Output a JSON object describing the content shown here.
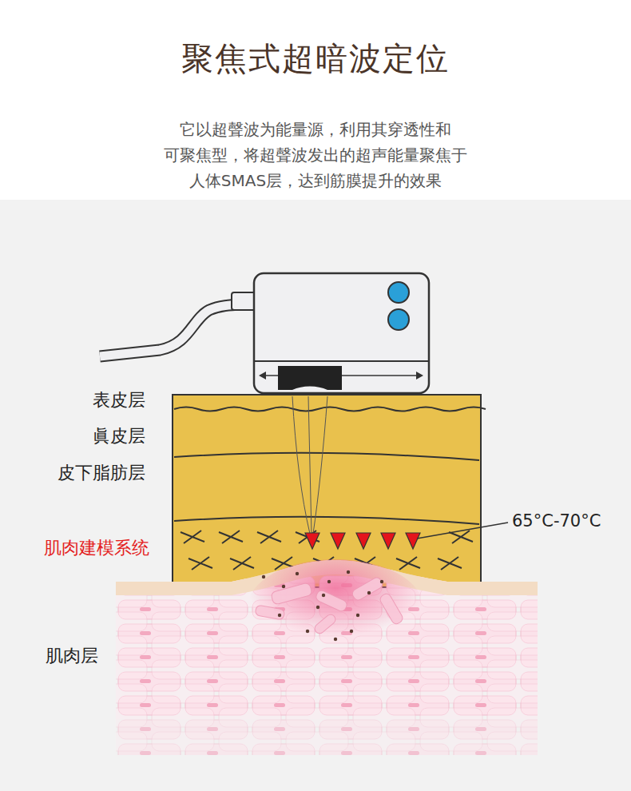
{
  "diagram": {
    "title": "聚焦式超暗波定位",
    "caption": "它以超聲波为能量源，利用其穿透性和 可聚焦型，将超聲波发出的超声能量聚焦于 人体SMAS层，达到筋膜提升的效果",
    "labels": [
      "表皮层",
      "眞皮层",
      "皮下脂肪层",
      "肌肉建模系统",
      "65°C-70°C",
      "肌肉层"
    ]
  }
}
